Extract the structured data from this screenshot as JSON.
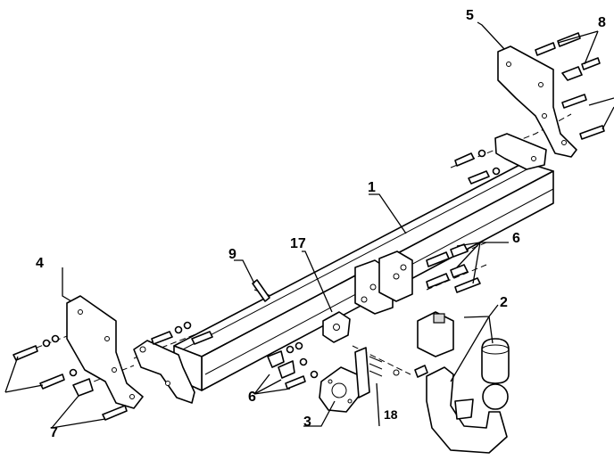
{
  "diagram": {
    "callouts": [
      {
        "id": "c1",
        "text": "1"
      },
      {
        "id": "c2",
        "text": "2"
      },
      {
        "id": "c3",
        "text": "3"
      },
      {
        "id": "c4",
        "text": "4"
      },
      {
        "id": "c5",
        "text": "5"
      },
      {
        "id": "c6a",
        "text": "6"
      },
      {
        "id": "c6b",
        "text": "6"
      },
      {
        "id": "c7",
        "text": "7"
      },
      {
        "id": "c8",
        "text": "8"
      },
      {
        "id": "c9",
        "text": "9"
      },
      {
        "id": "c17",
        "text": "17"
      },
      {
        "id": "c18",
        "text": "18"
      }
    ]
  },
  "colors": {
    "line": "#000000",
    "background": "#ffffff",
    "shade": "#d8d8d8"
  }
}
